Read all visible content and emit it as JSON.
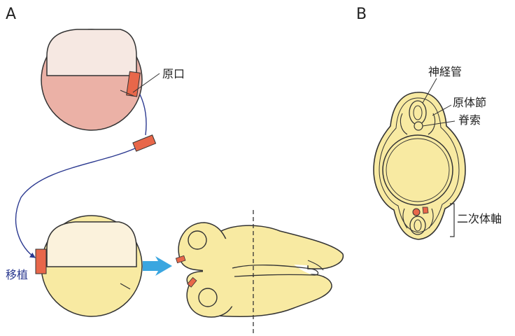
{
  "panels": {
    "a": "A",
    "b": "B"
  },
  "labels": {
    "blastopore": "原口",
    "transplant": "移植",
    "neural_tube": "神経管",
    "somite": "原体節",
    "notochord": "脊索",
    "secondary_axis": "二次体軸"
  },
  "colors": {
    "pink_embryo": "#ebb1a6",
    "pink_cavity": "#f6e8e2",
    "yellow_embryo": "#f8eaa2",
    "yellow_cavity": "#fbf2dc",
    "graft": "#e8674a",
    "arrow_line": "#2b3990",
    "transplant_text": "#2b3990",
    "big_arrow": "#3aa6e0"
  }
}
